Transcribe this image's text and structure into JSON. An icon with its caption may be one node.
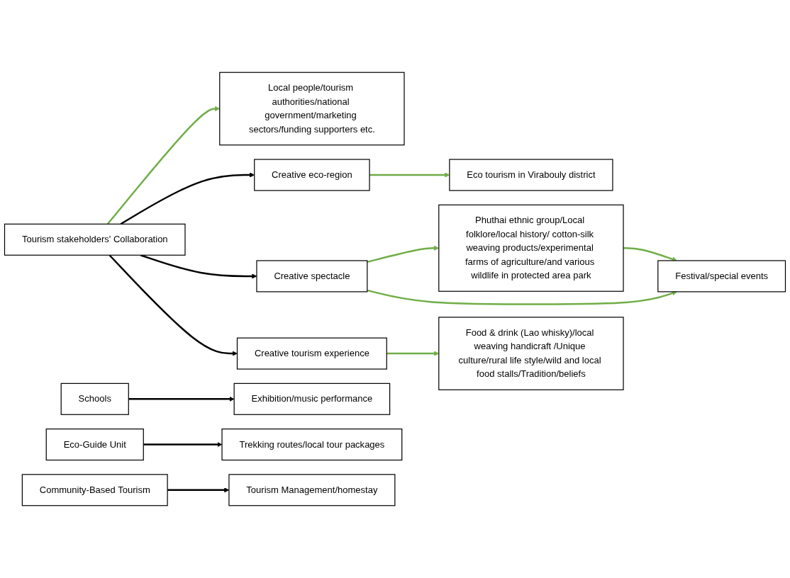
{
  "diagram": {
    "nodes": [
      {
        "text": [
          "Tourism stakeholders' Collaboration"
        ]
      },
      {
        "text": [
          "Local people/tourism authorities/national government/marketing sectors/funding supporters etc."
        ]
      },
      {
        "text": [
          "Creative eco-region"
        ]
      },
      {
        "text": [
          "Eco tourism in Virabouly district"
        ]
      },
      {
        "text": [
          "Creative spectacle"
        ]
      },
      {
        "text": [
          "Phuthai ethnic group/Local folklore/local history/ cotton-silk weaving products/experimental farms of agriculture/and various wildlife in protected area park"
        ]
      },
      {
        "text": [
          "Festival/special events"
        ]
      },
      {
        "text": [
          "Creative tourism experience"
        ]
      },
      {
        "text": [
          "Food & drink (Lao whisky)/local weaving handicraft /Unique culture/rural life style/wild and local food stalls/Tradition/beliefs"
        ]
      },
      {
        "text": [
          "Schools"
        ]
      },
      {
        "text": [
          "Eco-Guide Unit"
        ]
      },
      {
        "text": [
          "Community-Based Tourism"
        ]
      },
      {
        "text": [
          "Exhibition/music performance"
        ]
      },
      {
        "text": [
          "Trekking routes/local tour packages"
        ]
      },
      {
        "text": [
          "Tourism Management/homestay"
        ]
      }
    ],
    "edges": [
      {
        "from": 0,
        "to": 1,
        "arrow": "to"
      },
      {
        "from": 0,
        "to": 2,
        "arrow": "to",
        "color": "#000000"
      },
      {
        "from": 0,
        "to": 4,
        "arrow": "to",
        "color": "#000000"
      },
      {
        "from": 0,
        "to": 7,
        "arrow": "to",
        "color": "#000000"
      },
      {
        "from": 2,
        "to": 3,
        "arrow": "to"
      },
      {
        "from": 4,
        "to": 5,
        "arrow": "to"
      },
      {
        "from": 4,
        "to": 6,
        "arrow": "to"
      },
      {
        "from": 5,
        "to": 6,
        "arrow": "to"
      },
      {
        "from": 7,
        "to": 8,
        "arrow": "to"
      },
      {
        "from": 9,
        "to": 12,
        "arrow": "to",
        "color": "#000000"
      },
      {
        "from": 10,
        "to": 13,
        "arrow": "to",
        "color": "#000000"
      },
      {
        "from": 11,
        "to": 14,
        "arrow": "to",
        "color": "#000000"
      }
    ]
  }
}
